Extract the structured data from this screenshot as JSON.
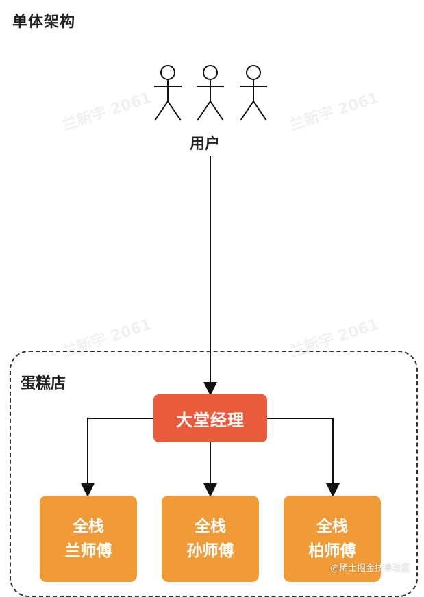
{
  "title": "单体架构",
  "user_label": "用户",
  "store_label": "蛋糕店",
  "manager_label": "大堂经理",
  "workers": [
    {
      "line1": "全栈",
      "line2": "兰师傅"
    },
    {
      "line1": "全栈",
      "line2": "孙师傅"
    },
    {
      "line1": "全栈",
      "line2": "柏师傅"
    }
  ],
  "watermark_text": "兰新宇 2061",
  "footer_text": "@稀土掘金技术社区",
  "colors": {
    "manager": "#ea5b3d",
    "worker": "#f19a38"
  }
}
